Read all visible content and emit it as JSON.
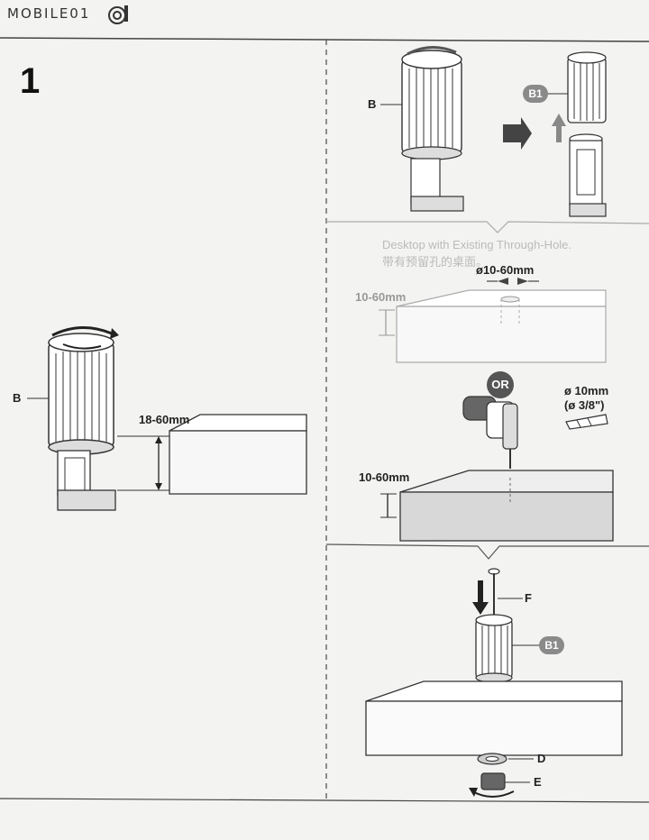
{
  "watermark": {
    "text": "MOBILE01"
  },
  "step": {
    "number": "1"
  },
  "left_panel": {
    "part_b_label": "B",
    "thickness_range": "18-60mm"
  },
  "top_right_panel": {
    "part_b_label": "B",
    "part_b1_badge": "B1"
  },
  "middle_right_panel": {
    "caption_en": "Desktop with Existing Through-Hole.",
    "caption_zh": "带有预留孔的桌面。",
    "hole_diameter": "ø10-60mm",
    "desk_thickness_top": "10-60mm",
    "or_badge": "OR",
    "drill_bit_metric": "ø 10mm",
    "drill_bit_imperial": "(ø 3/8\")",
    "desk_thickness_bottom": "10-60mm"
  },
  "bottom_right_panel": {
    "part_f_label": "F",
    "part_b1_badge": "B1",
    "part_d_label": "D",
    "part_e_label": "E"
  }
}
